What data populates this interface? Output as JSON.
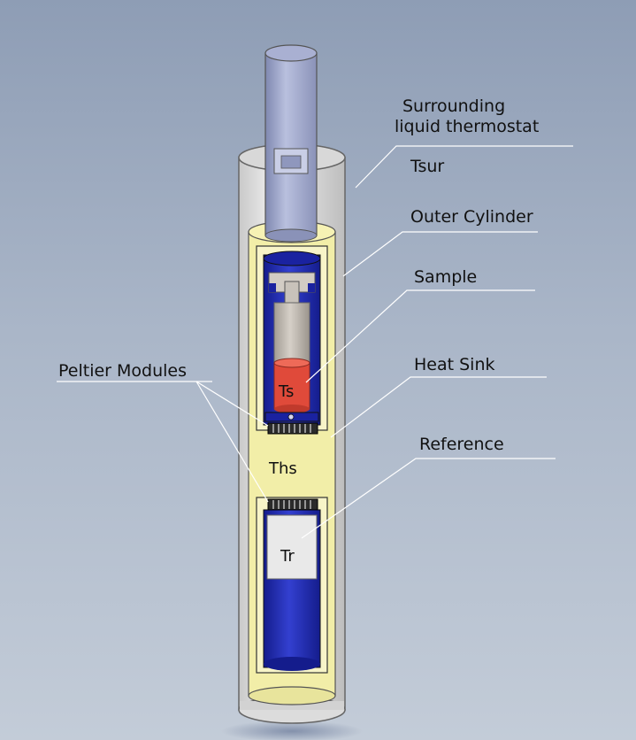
{
  "labels": {
    "surrounding_line1": "Surrounding",
    "surrounding_line2": "liquid thermostat",
    "tsur": "Tsur",
    "outer_cylinder": "Outer Cylinder",
    "sample": "Sample",
    "heat_sink": "Heat Sink",
    "peltier": "Peltier Modules",
    "reference": "Reference",
    "ts": "Ts",
    "ths": "Ths",
    "tr": "Tr"
  },
  "colors": {
    "background": "#a3afc2",
    "outer_cylinder": "#e2e2e2",
    "heat_sink": "#f2eea8",
    "cell_blue": "#1e28b4",
    "sample": "#e04a3a",
    "rod": "#9ea6c8",
    "reference": "#e9e9e9",
    "callout_line": "#ffffff"
  }
}
